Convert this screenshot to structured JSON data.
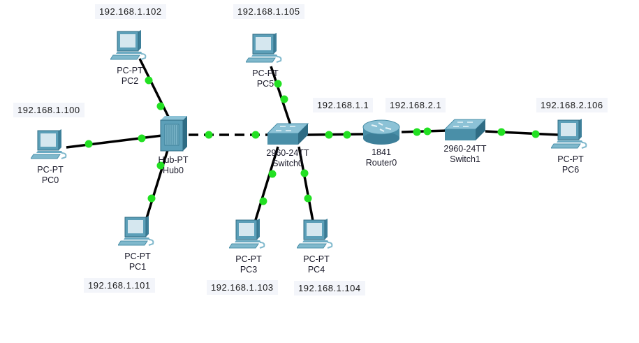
{
  "topology": {
    "devices": [
      {
        "id": "PC0",
        "model": "PC-PT",
        "name": "PC0",
        "type": "pc",
        "ip": "192.168.1.100"
      },
      {
        "id": "PC1",
        "model": "PC-PT",
        "name": "PC1",
        "type": "pc",
        "ip": "192.168.1.101"
      },
      {
        "id": "PC2",
        "model": "PC-PT",
        "name": "PC2",
        "type": "pc",
        "ip": "192.168.1.102"
      },
      {
        "id": "PC3",
        "model": "PC-PT",
        "name": "PC3",
        "type": "pc",
        "ip": "192.168.1.103"
      },
      {
        "id": "PC4",
        "model": "PC-PT",
        "name": "PC4",
        "type": "pc",
        "ip": "192.168.1.104"
      },
      {
        "id": "PC5",
        "model": "PC-PT",
        "name": "PC5",
        "type": "pc",
        "ip": "192.168.1.105"
      },
      {
        "id": "PC6",
        "model": "PC-PT",
        "name": "PC6",
        "type": "pc",
        "ip": "192.168.2.106"
      },
      {
        "id": "Hub0",
        "model": "Hub-PT",
        "name": "Hub0",
        "type": "hub"
      },
      {
        "id": "Switch0",
        "model": "2960-24TT",
        "name": "Switch0",
        "type": "switch"
      },
      {
        "id": "Router0",
        "model": "1841",
        "name": "Router0",
        "type": "router"
      },
      {
        "id": "Switch1",
        "model": "2960-24TT",
        "name": "Switch1",
        "type": "switch"
      }
    ],
    "router_interfaces": [
      "192.168.1.1",
      "192.168.2.1"
    ],
    "links": [
      {
        "from": "PC0",
        "to": "Hub0",
        "style": "straight",
        "status": "up"
      },
      {
        "from": "PC1",
        "to": "Hub0",
        "style": "straight",
        "status": "up"
      },
      {
        "from": "PC2",
        "to": "Hub0",
        "style": "straight",
        "status": "up"
      },
      {
        "from": "Hub0",
        "to": "Switch0",
        "style": "crossover",
        "status": "up"
      },
      {
        "from": "PC5",
        "to": "Switch0",
        "style": "straight",
        "status": "up"
      },
      {
        "from": "PC3",
        "to": "Switch0",
        "style": "straight",
        "status": "up"
      },
      {
        "from": "PC4",
        "to": "Switch0",
        "style": "straight",
        "status": "up"
      },
      {
        "from": "Switch0",
        "to": "Router0",
        "style": "straight",
        "status": "up"
      },
      {
        "from": "Router0",
        "to": "Switch1",
        "style": "straight",
        "status": "up"
      },
      {
        "from": "Switch1",
        "to": "PC6",
        "style": "straight",
        "status": "up"
      }
    ],
    "colors": {
      "link": "#000000",
      "port_up": "#22e022",
      "note_bg": "#f3f5fa",
      "device": "#4a8fa8"
    }
  }
}
